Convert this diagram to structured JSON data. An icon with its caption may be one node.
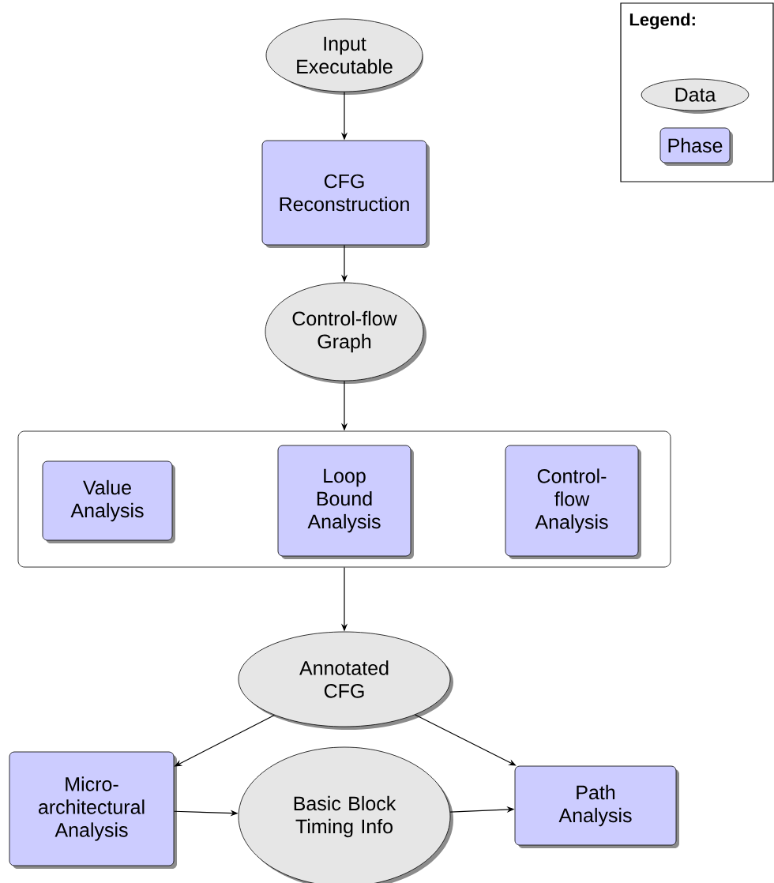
{
  "diagram": {
    "nodes": [
      {
        "text": [
          "Input Executable"
        ]
      },
      {
        "text": [
          "CFG Reconstruction"
        ]
      },
      {
        "text": [
          "Control-flow Graph"
        ]
      },
      {
        "text": [],
        "shape": "box"
      },
      {
        "text": [
          "Value Analysis"
        ],
        "in": 3
      },
      {
        "text": [
          "Loop Bound Analysis"
        ],
        "in": 3
      },
      {
        "text": [
          "Control-flow Analysis"
        ],
        "in": 3
      },
      {
        "text": [
          "Annotated CFG"
        ]
      },
      {
        "text": [
          "Micro-architectural Analysis"
        ]
      },
      {
        "text": [
          "Basic Block Timing Info"
        ]
      },
      {
        "text": [
          "Path Analysis"
        ]
      }
    ],
    "edges": [
      {
        "from": 0,
        "to": 1,
        "arrow": "to"
      },
      {
        "from": 1,
        "to": 2,
        "arrow": "to"
      },
      {
        "from": 2,
        "to": 3,
        "arrow": "to"
      },
      {
        "from": 3,
        "to": 7,
        "arrow": "to"
      },
      {
        "from": 7,
        "to": 8,
        "arrow": "to"
      },
      {
        "from": 7,
        "to": 10,
        "arrow": "to"
      },
      {
        "from": 8,
        "to": 9,
        "arrow": "to"
      },
      {
        "from": 9,
        "to": 10,
        "arrow": "to"
      }
    ],
    "labels": [
      "Legend:"
    ],
    "legend": [
      {
        "text": "Data"
      },
      {
        "text": "Phase"
      }
    ]
  }
}
